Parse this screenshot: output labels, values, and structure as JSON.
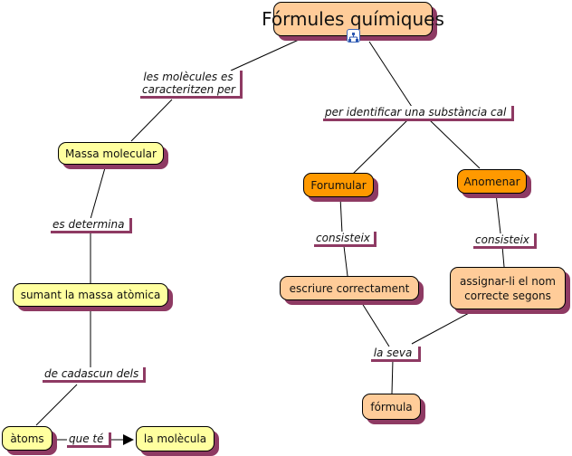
{
  "map": {
    "root": {
      "label": "Fórmules químiques",
      "icon": "concept-map-resource-icon"
    },
    "nodes": {
      "massa_molecular": "Massa molecular",
      "sumant": "sumant la massa atòmica",
      "atoms": "àtoms",
      "molecula": "la molècula",
      "forumular": "Forumular",
      "anomenar": "Anomenar",
      "escriure": "escriure correctament",
      "assignar_1": "assignar-li el nom",
      "assignar_2": "correcte segons",
      "formula": "fórmula"
    },
    "links": {
      "caracteritzen_1": "les molècules es",
      "caracteritzen_2": "caracteritzen per",
      "identificar": "per identificar una substància cal",
      "es_determina": "es determina",
      "de_cadascun": "de cadascun dels",
      "que_te": "que té",
      "consisteix_left": "consisteix",
      "consisteix_right": "consisteix",
      "la_seva": "la seva"
    },
    "colors": {
      "yellow_node": "#ffff9f",
      "peach_node": "#ffcc99",
      "orange_node": "#ff9900",
      "shadow": "#8e3a63"
    }
  }
}
